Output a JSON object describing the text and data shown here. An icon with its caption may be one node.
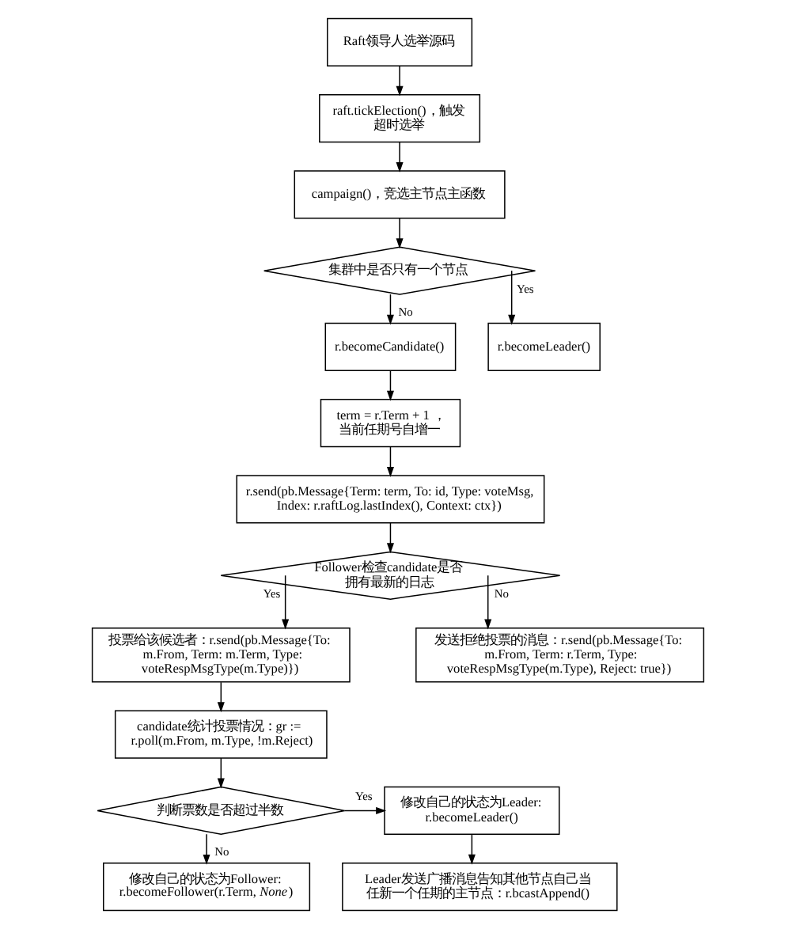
{
  "diagram": {
    "nodes": [
      {
        "text": [
          "Raft领导人选举源码"
        ]
      },
      {
        "text": [
          "raft.tickElection()，触发超时选举"
        ]
      },
      {
        "text": [
          "campaign()，竞选主节点主函数"
        ]
      },
      {
        "text": [
          "集群中是否只有一个节点"
        ]
      },
      {
        "text": [
          "r.becomeCandidate()"
        ]
      },
      {
        "text": [
          "r.becomeLeader()"
        ]
      },
      {
        "text": [
          "term = r.Term + 1 ，当前任期号自增一"
        ]
      },
      {
        "text": [
          "r.send(pb.Message{Term: term, To: id, Type: voteMsg, Index: r.raftLog.lastIndex(), Context: ctx})"
        ]
      },
      {
        "text": [
          "Follower检查candidate是否拥有最新的日志"
        ]
      },
      {
        "text": [
          "投票给该候选者：r.send(pb.Message{To: m.From, Term: m.Term, Type: voteRespMsgType(m.Type)})"
        ]
      },
      {
        "text": [
          "发送拒绝投票的消息：r.send(pb.Message{To: m.From, Term: r.Term, Type: voteRespMsgType(m.Type), Reject: true})"
        ]
      },
      {
        "text": [
          "candidate统计投票情况：gr := r.poll(m.From, m.Type, !m.Reject)"
        ]
      },
      {
        "text": [
          "判断票数是否超过半数"
        ]
      },
      {
        "text": [
          "修改自己的状态为Leader: r.becomeLeader()"
        ]
      },
      {
        "text": [
          "修改自己的状态为Follower: r.becomeFollower(r.Term, *None*)"
        ]
      },
      {
        "text": [
          "Leader发送广播消息告知其他节点自己当任新一个任期的主节点：r.bcastAppend()"
        ]
      }
    ],
    "edges": [
      {
        "from": 0,
        "to": 1,
        "arrow": "to"
      },
      {
        "from": 1,
        "to": 2,
        "arrow": "to"
      },
      {
        "from": 2,
        "to": 3,
        "arrow": "to"
      },
      {
        "from": 3,
        "to": 4,
        "arrow": "to",
        "label": "No"
      },
      {
        "from": 3,
        "to": 5,
        "arrow": "to",
        "label": "Yes"
      },
      {
        "from": 4,
        "to": 6,
        "arrow": "to"
      },
      {
        "from": 6,
        "to": 7,
        "arrow": "to"
      },
      {
        "from": 7,
        "to": 8,
        "arrow": "to"
      },
      {
        "from": 8,
        "to": 9,
        "arrow": "to",
        "label": "Yes"
      },
      {
        "from": 8,
        "to": 10,
        "arrow": "to",
        "label": "No"
      },
      {
        "from": 9,
        "to": 11,
        "arrow": "to"
      },
      {
        "from": 11,
        "to": 12,
        "arrow": "to"
      },
      {
        "from": 12,
        "to": 13,
        "arrow": "to",
        "label": "Yes"
      },
      {
        "from": 12,
        "to": 14,
        "arrow": "to",
        "label": "No"
      },
      {
        "from": 13,
        "to": 15,
        "arrow": "to"
      }
    ]
  }
}
